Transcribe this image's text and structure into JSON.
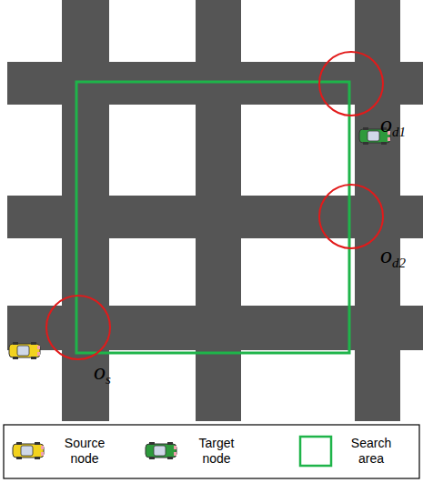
{
  "diagram": {
    "labels": [
      "od1",
      "od2",
      "os"
    ],
    "legend": [
      {
        "text": "Source node"
      },
      {
        "text": "Target node"
      },
      {
        "text": "Search area"
      }
    ]
  }
}
